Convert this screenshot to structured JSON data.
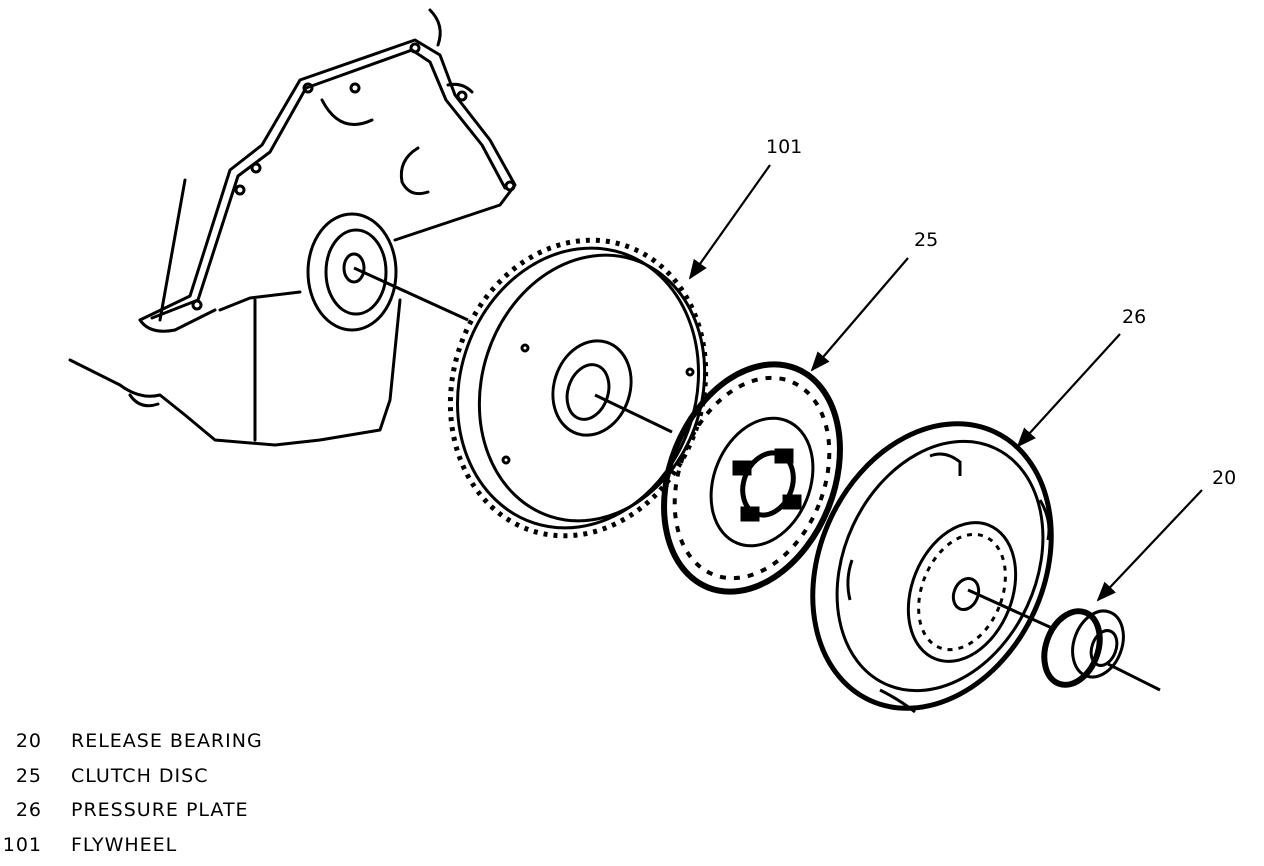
{
  "callouts": {
    "flywheel": "101",
    "clutch_disc": "25",
    "pressure_plate": "26",
    "release_bearing": "20"
  },
  "legend": [
    {
      "number": "20",
      "label": "RELEASE BEARING"
    },
    {
      "number": "25",
      "label": "CLUTCH DISC"
    },
    {
      "number": "26",
      "label": "PRESSURE PLATE"
    },
    {
      "number": "101",
      "label": "FLYWHEEL"
    }
  ]
}
